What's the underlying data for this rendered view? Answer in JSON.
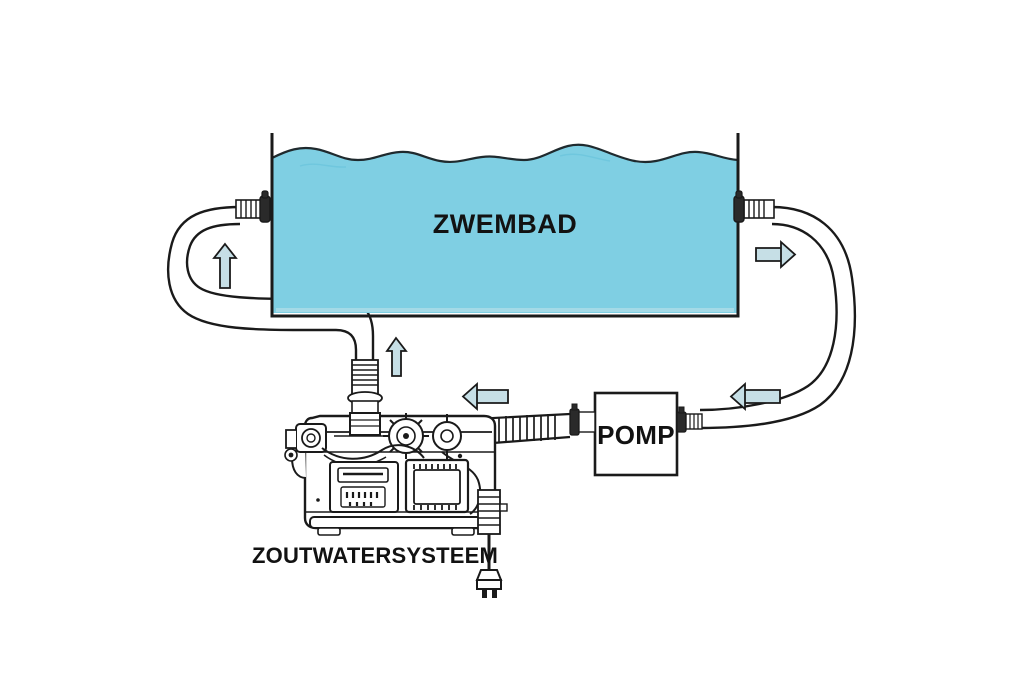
{
  "diagram": {
    "title_labels": {
      "pool": "ZWEMBAD",
      "pump": "POMP",
      "salt_system": "ZOUTWATERSYSTEEM"
    },
    "colors": {
      "water": "#7FCFE3",
      "water_dark": "#6CC4DC",
      "outline": "#1a1a1a",
      "arrow_fill": "#BBD9E0",
      "arrow_fill_light": "#D6E7EB",
      "arrow_stroke": "#1a1a1a",
      "background": "#ffffff",
      "hose_fill": "#ffffff",
      "box_fill": "#ffffff"
    },
    "components": [
      {
        "name": "pool",
        "label": "ZWEMBAD",
        "kind": "water-tank"
      },
      {
        "name": "pump",
        "label": "POMP",
        "kind": "box"
      },
      {
        "name": "salt-water-system",
        "label": "ZOUTWATERSYSTEEM",
        "kind": "machine"
      },
      {
        "name": "power-plug",
        "label": "",
        "kind": "plug"
      }
    ],
    "flow_arrows": [
      {
        "name": "arrow-pool-inlet-up",
        "direction": "up"
      },
      {
        "name": "arrow-pool-outlet-right",
        "direction": "right"
      },
      {
        "name": "arrow-salt-outlet-up",
        "direction": "up"
      },
      {
        "name": "arrow-pump-to-salt-left",
        "direction": "left"
      },
      {
        "name": "arrow-pool-to-pump-left",
        "direction": "left"
      }
    ]
  }
}
